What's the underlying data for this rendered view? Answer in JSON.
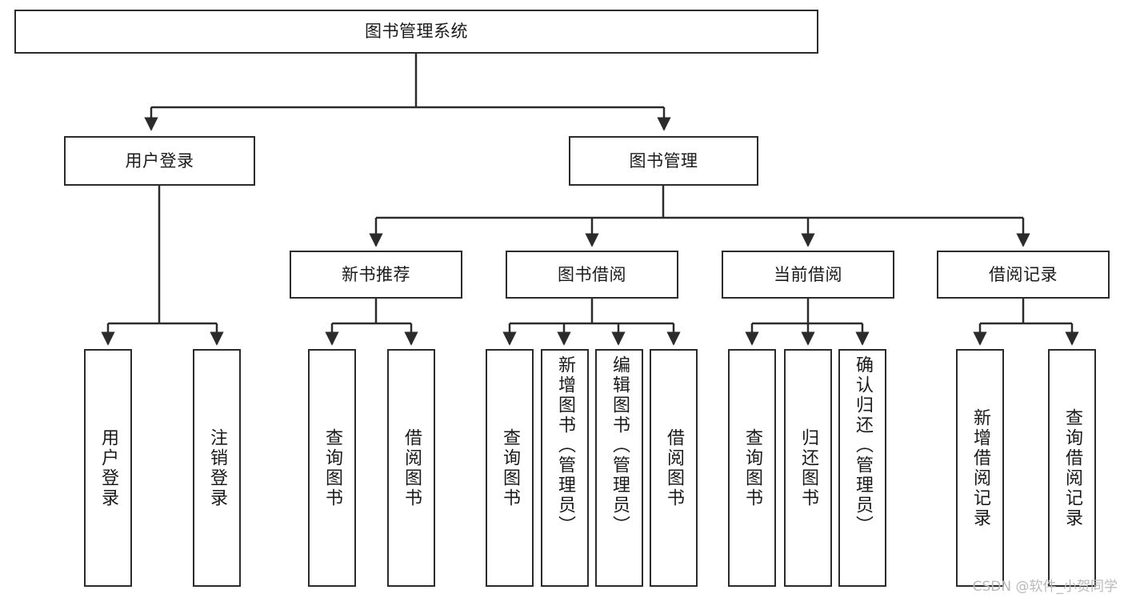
{
  "diagram": {
    "type": "tree",
    "title": "图书管理系统",
    "orientation": "top-down",
    "line_color": "#2b2b2b",
    "box_fill": "#ffffff",
    "text_color": "#1a1a1a",
    "root": {
      "id": "root",
      "label": "图书管理系统"
    },
    "level2": [
      {
        "id": "user-login",
        "label": "用户登录"
      },
      {
        "id": "book-manage",
        "label": "图书管理"
      }
    ],
    "level3": [
      {
        "id": "new-book-recommend",
        "label": "新书推荐",
        "parent": "book-manage"
      },
      {
        "id": "book-borrow",
        "label": "图书借阅",
        "parent": "book-manage"
      },
      {
        "id": "current-borrow",
        "label": "当前借阅",
        "parent": "book-manage"
      },
      {
        "id": "borrow-record",
        "label": "借阅记录",
        "parent": "book-manage"
      }
    ],
    "leaves": {
      "user-login": [
        {
          "id": "leaf-user-login",
          "label": "用户登录"
        },
        {
          "id": "leaf-user-logout",
          "label": "注销登录"
        }
      ],
      "new-book-recommend": [
        {
          "id": "leaf-query-book-1",
          "label": "查询图书"
        },
        {
          "id": "leaf-borrow-book-1",
          "label": "借阅图书"
        }
      ],
      "book-borrow": [
        {
          "id": "leaf-query-book-2",
          "label": "查询图书"
        },
        {
          "id": "leaf-add-book",
          "label": "新增图书（管理员）"
        },
        {
          "id": "leaf-edit-book",
          "label": "编辑图书（管理员）"
        },
        {
          "id": "leaf-borrow-book-2",
          "label": "借阅图书"
        }
      ],
      "current-borrow": [
        {
          "id": "leaf-query-book-3",
          "label": "查询图书"
        },
        {
          "id": "leaf-return-book",
          "label": "归还图书"
        },
        {
          "id": "leaf-confirm-return",
          "label": "确认归还（管理员）"
        }
      ],
      "borrow-record": [
        {
          "id": "leaf-add-record",
          "label": "新增借阅记录"
        },
        {
          "id": "leaf-query-record",
          "label": "查询借阅记录"
        }
      ]
    }
  },
  "watermark": {
    "text": "CSDN @软件_小贺同学"
  }
}
